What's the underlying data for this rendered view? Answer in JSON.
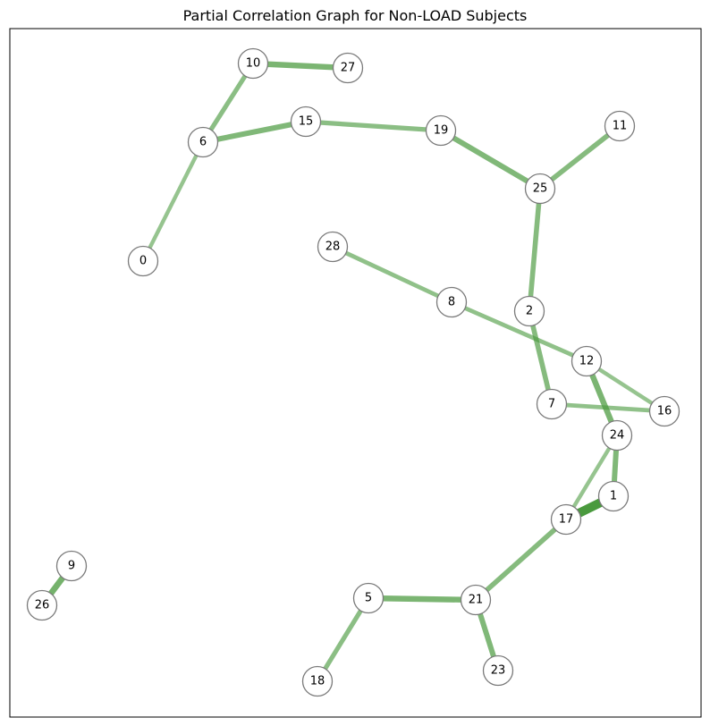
{
  "title": "Partial Correlation Graph for Non-LOAD Subjects",
  "colors": {
    "edge": "#4a9a3e",
    "node_fill": "#ffffff",
    "node_stroke": "#7a7a7a",
    "frame": "#000000"
  },
  "nodes": [
    {
      "id": "0",
      "label": "0"
    },
    {
      "id": "1",
      "label": "1"
    },
    {
      "id": "2",
      "label": "2"
    },
    {
      "id": "5",
      "label": "5"
    },
    {
      "id": "6",
      "label": "6"
    },
    {
      "id": "7",
      "label": "7"
    },
    {
      "id": "8",
      "label": "8"
    },
    {
      "id": "9",
      "label": "9"
    },
    {
      "id": "10",
      "label": "10"
    },
    {
      "id": "11",
      "label": "11"
    },
    {
      "id": "12",
      "label": "12"
    },
    {
      "id": "15",
      "label": "15"
    },
    {
      "id": "16",
      "label": "16"
    },
    {
      "id": "17",
      "label": "17"
    },
    {
      "id": "18",
      "label": "18"
    },
    {
      "id": "19",
      "label": "19"
    },
    {
      "id": "21",
      "label": "21"
    },
    {
      "id": "23",
      "label": "23"
    },
    {
      "id": "24",
      "label": "24"
    },
    {
      "id": "25",
      "label": "25"
    },
    {
      "id": "26",
      "label": "26"
    },
    {
      "id": "27",
      "label": "27"
    },
    {
      "id": "28",
      "label": "28"
    }
  ],
  "edges": [
    {
      "source": "10",
      "target": "27",
      "weight": 0.55
    },
    {
      "source": "10",
      "target": "6",
      "weight": 0.4
    },
    {
      "source": "6",
      "target": "15",
      "weight": 0.5
    },
    {
      "source": "6",
      "target": "0",
      "weight": 0.3
    },
    {
      "source": "15",
      "target": "19",
      "weight": 0.4
    },
    {
      "source": "19",
      "target": "25",
      "weight": 0.5
    },
    {
      "source": "11",
      "target": "25",
      "weight": 0.45
    },
    {
      "source": "25",
      "target": "2",
      "weight": 0.45
    },
    {
      "source": "2",
      "target": "7",
      "weight": 0.45
    },
    {
      "source": "28",
      "target": "8",
      "weight": 0.35
    },
    {
      "source": "8",
      "target": "12",
      "weight": 0.35
    },
    {
      "source": "12",
      "target": "16",
      "weight": 0.3
    },
    {
      "source": "7",
      "target": "16",
      "weight": 0.35
    },
    {
      "source": "12",
      "target": "24",
      "weight": 0.55
    },
    {
      "source": "24",
      "target": "1",
      "weight": 0.5
    },
    {
      "source": "24",
      "target": "17",
      "weight": 0.3
    },
    {
      "source": "1",
      "target": "17",
      "weight": 1.0
    },
    {
      "source": "17",
      "target": "21",
      "weight": 0.45
    },
    {
      "source": "5",
      "target": "21",
      "weight": 0.55
    },
    {
      "source": "5",
      "target": "18",
      "weight": 0.4
    },
    {
      "source": "21",
      "target": "23",
      "weight": 0.5
    },
    {
      "source": "9",
      "target": "26",
      "weight": 0.6
    }
  ]
}
